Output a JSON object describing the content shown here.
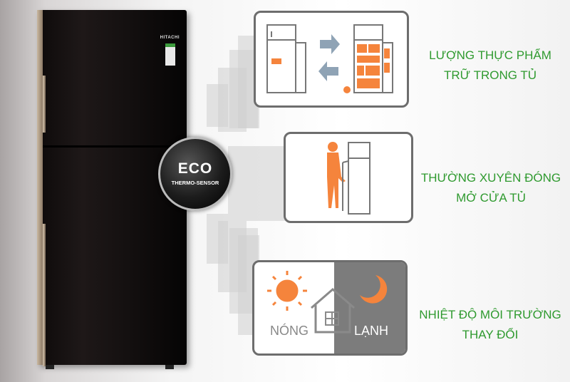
{
  "fridge": {
    "brand": "HITACHI"
  },
  "badge": {
    "title": "ECO",
    "subtitle": "THERMO-SENSOR"
  },
  "factors": [
    {
      "lines": [
        "LƯỢNG THỰC PHẨM",
        "TRỮ TRONG TỦ"
      ]
    },
    {
      "lines": [
        "THƯỜNG XUYÊN ĐÓNG",
        "MỞ CỬA TỦ"
      ]
    },
    {
      "lines": [
        "NHIỆT ĐỘ MÔI TRƯỜNG",
        "THAY ĐỔI"
      ]
    }
  ],
  "temperature": {
    "hot_label": "NÓNG",
    "cold_label": "LẠNH"
  },
  "colors": {
    "accent_green": "#2f9a2f",
    "food_orange": "#f5843c",
    "arrow_blue": "#8fa3b5",
    "panel_border": "#6d6d6d"
  }
}
